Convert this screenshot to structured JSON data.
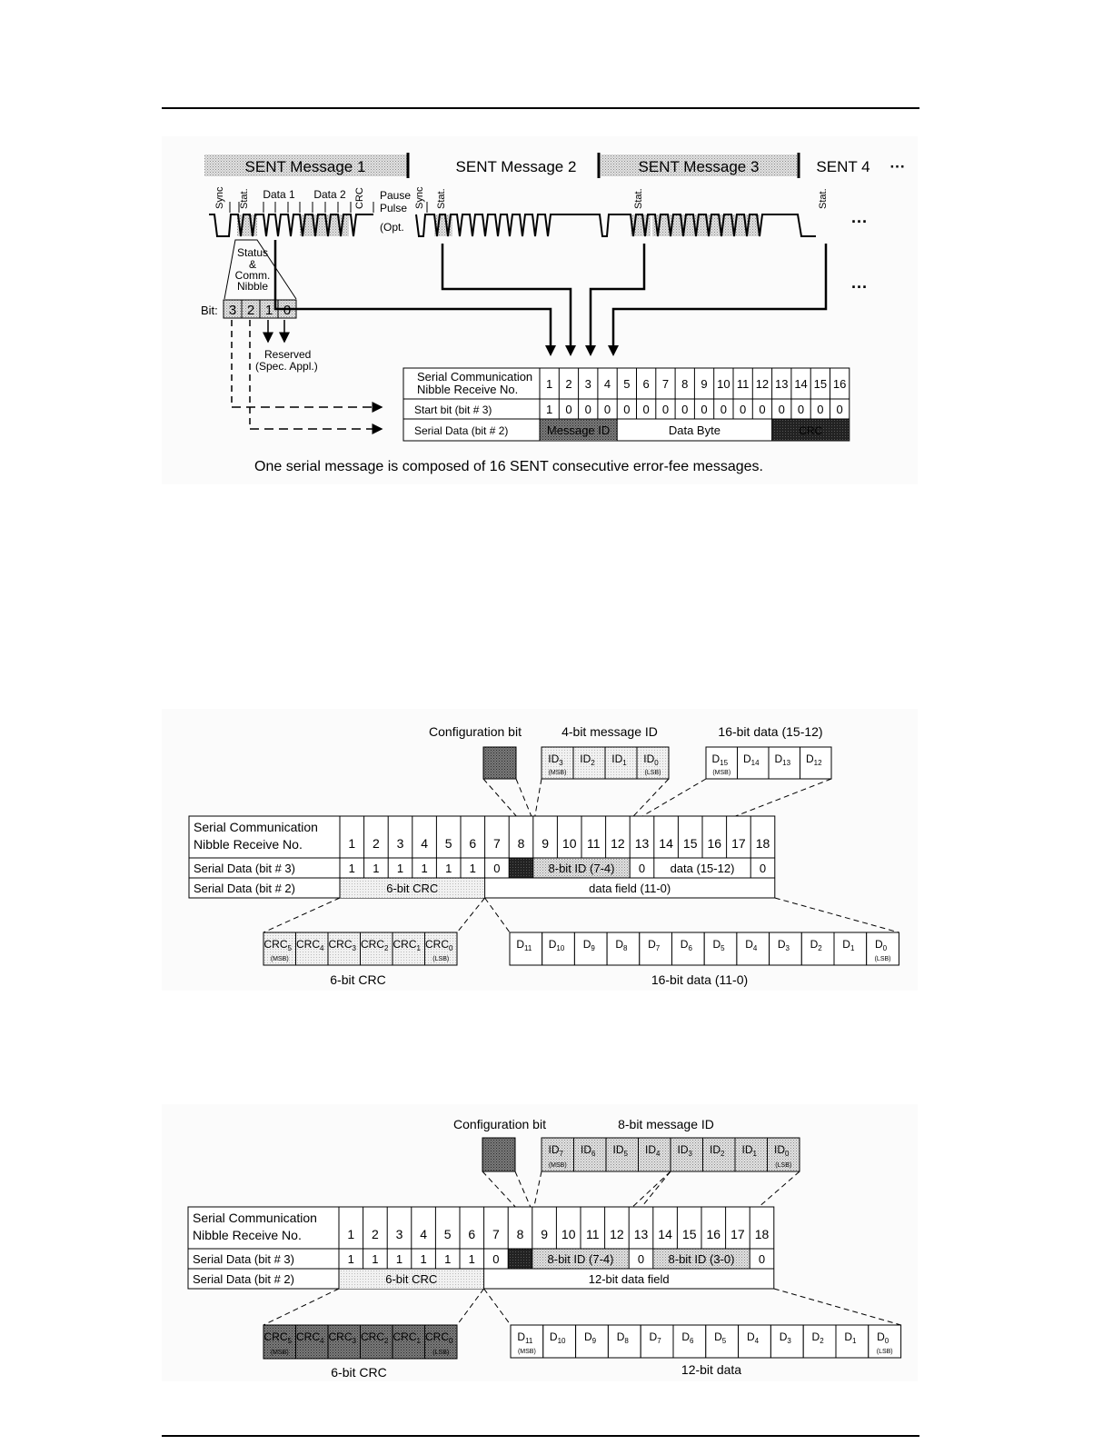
{
  "fig1": {
    "messages": [
      "SENT Message 1",
      "SENT Message 2",
      "SENT Message 3",
      "SENT 4",
      "···"
    ],
    "signal_labels": {
      "sync": "Sync",
      "stat": "Stat.",
      "data1": "Data 1",
      "data2": "Data 2",
      "crc": "CRC",
      "pause1": "Pause",
      "pause2": "Pulse",
      "pause3": "(Opt.",
      "sync2": "Sync",
      "stat2": "Stat.",
      "stat3": "Stat.",
      "stat4": "Stat.",
      "ellipsis1": "···",
      "ellipsis2": "···"
    },
    "status_nibble": [
      "Status",
      "&",
      "Comm.",
      "Nibble"
    ],
    "bit_label": "Bit:",
    "bits": [
      "3",
      "2",
      "1",
      "0"
    ],
    "reserved": [
      "Reserved",
      "(Spec. Appl.)"
    ],
    "table": {
      "header_label": [
        "Serial Communication",
        "Nibble Receive No."
      ],
      "numbers": [
        "1",
        "2",
        "3",
        "4",
        "5",
        "6",
        "7",
        "8",
        "9",
        "10",
        "11",
        "12",
        "13",
        "14",
        "15",
        "16"
      ],
      "row2_label": "Start bit (bit # 3)",
      "row2": [
        "1",
        "0",
        "0",
        "0",
        "0",
        "0",
        "0",
        "0",
        "0",
        "0",
        "0",
        "0",
        "0",
        "0",
        "0",
        "0"
      ],
      "row3_label": "Serial Data (bit # 2)",
      "message_id": "Message ID",
      "data_byte": "Data Byte",
      "crc": "CRC"
    },
    "caption": "One serial message is composed of 16 SENT consecutive error-fee messages."
  },
  "fig2": {
    "config_label": "Configuration bit",
    "id_label": "4-bit message ID",
    "data_label": "16-bit data (15-12)",
    "id_bits": [
      {
        "b": "ID",
        "s": "3",
        "n": "(MSB)"
      },
      {
        "b": "ID",
        "s": "2",
        "n": ""
      },
      {
        "b": "ID",
        "s": "1",
        "n": ""
      },
      {
        "b": "ID",
        "s": "0",
        "n": "(LSB)"
      }
    ],
    "data_top": [
      {
        "b": "D",
        "s": "15",
        "n": "(MSB)"
      },
      {
        "b": "D",
        "s": "14",
        "n": ""
      },
      {
        "b": "D",
        "s": "13",
        "n": ""
      },
      {
        "b": "D",
        "s": "12",
        "n": ""
      }
    ],
    "table": {
      "header_label": [
        "Serial Communication",
        "Nibble Receive No."
      ],
      "numbers": [
        "1",
        "2",
        "3",
        "4",
        "5",
        "6",
        "7",
        "8",
        "9",
        "10",
        "11",
        "12",
        "13",
        "14",
        "15",
        "16",
        "17",
        "18"
      ],
      "row2_label": "Serial Data (bit # 3)",
      "row2_ones": [
        "1",
        "1",
        "1",
        "1",
        "1",
        "1",
        "0"
      ],
      "row2_id": "8-bit ID (7-4)",
      "row2_zero": "0",
      "row2_data": "data (15-12)",
      "row2_end": "0",
      "row3_label": "Serial Data (bit # 2)",
      "row3_crc": "6-bit CRC",
      "row3_data": "data field (11-0)"
    },
    "crc_bits": [
      {
        "b": "CRC",
        "s": "5",
        "n": "(MSB)"
      },
      {
        "b": "CRC",
        "s": "4",
        "n": ""
      },
      {
        "b": "CRC",
        "s": "3",
        "n": ""
      },
      {
        "b": "CRC",
        "s": "2",
        "n": ""
      },
      {
        "b": "CRC",
        "s": "1",
        "n": ""
      },
      {
        "b": "CRC",
        "s": "0",
        "n": "(LSB)"
      }
    ],
    "data_bottom": [
      {
        "b": "D",
        "s": "11",
        "n": ""
      },
      {
        "b": "D",
        "s": "10",
        "n": ""
      },
      {
        "b": "D",
        "s": "9",
        "n": ""
      },
      {
        "b": "D",
        "s": "8",
        "n": ""
      },
      {
        "b": "D",
        "s": "7",
        "n": ""
      },
      {
        "b": "D",
        "s": "6",
        "n": ""
      },
      {
        "b": "D",
        "s": "5",
        "n": ""
      },
      {
        "b": "D",
        "s": "4",
        "n": ""
      },
      {
        "b": "D",
        "s": "3",
        "n": ""
      },
      {
        "b": "D",
        "s": "2",
        "n": ""
      },
      {
        "b": "D",
        "s": "1",
        "n": ""
      },
      {
        "b": "D",
        "s": "0",
        "n": "(LSB)"
      }
    ],
    "crc_caption": "6-bit CRC",
    "data_caption": "16-bit data (11-0)"
  },
  "fig3": {
    "config_label": "Configuration bit",
    "id_label": "8-bit message ID",
    "id_bits": [
      {
        "b": "ID",
        "s": "7",
        "n": "(MSB)"
      },
      {
        "b": "ID",
        "s": "6",
        "n": ""
      },
      {
        "b": "ID",
        "s": "5",
        "n": ""
      },
      {
        "b": "ID",
        "s": "4",
        "n": ""
      },
      {
        "b": "ID",
        "s": "3",
        "n": ""
      },
      {
        "b": "ID",
        "s": "2",
        "n": ""
      },
      {
        "b": "ID",
        "s": "1",
        "n": ""
      },
      {
        "b": "ID",
        "s": "0",
        "n": "(LSB)"
      }
    ],
    "table": {
      "header_label": [
        "Serial Communication",
        "Nibble Receive No."
      ],
      "numbers": [
        "1",
        "2",
        "3",
        "4",
        "5",
        "6",
        "7",
        "8",
        "9",
        "10",
        "11",
        "12",
        "13",
        "14",
        "15",
        "16",
        "17",
        "18"
      ],
      "row2_label": "Serial Data (bit # 3)",
      "row2_ones": [
        "1",
        "1",
        "1",
        "1",
        "1",
        "1",
        "0"
      ],
      "row2_id": "8-bit ID (7-4)",
      "row2_zero": "0",
      "row2_id2": "8-bit ID (3-0)",
      "row2_end": "0",
      "row3_label": "Serial Data (bit # 2)",
      "row3_crc": "6-bit CRC",
      "row3_data": "12-bit data field"
    },
    "crc_bits": [
      {
        "b": "CRC",
        "s": "5",
        "n": "(MSB)"
      },
      {
        "b": "CRC",
        "s": "4",
        "n": ""
      },
      {
        "b": "CRC",
        "s": "3",
        "n": ""
      },
      {
        "b": "CRC",
        "s": "2",
        "n": ""
      },
      {
        "b": "CRC",
        "s": "1",
        "n": ""
      },
      {
        "b": "CRC",
        "s": "0",
        "n": "(LSB)"
      }
    ],
    "data_bottom": [
      {
        "b": "D",
        "s": "11",
        "n": "(MSB)"
      },
      {
        "b": "D",
        "s": "10",
        "n": ""
      },
      {
        "b": "D",
        "s": "9",
        "n": ""
      },
      {
        "b": "D",
        "s": "8",
        "n": ""
      },
      {
        "b": "D",
        "s": "7",
        "n": ""
      },
      {
        "b": "D",
        "s": "6",
        "n": ""
      },
      {
        "b": "D",
        "s": "5",
        "n": ""
      },
      {
        "b": "D",
        "s": "4",
        "n": ""
      },
      {
        "b": "D",
        "s": "3",
        "n": ""
      },
      {
        "b": "D",
        "s": "2",
        "n": ""
      },
      {
        "b": "D",
        "s": "1",
        "n": ""
      },
      {
        "b": "D",
        "s": "0",
        "n": "(LSB)"
      }
    ],
    "crc_caption": "6-bit CRC",
    "data_caption": "12-bit data"
  }
}
